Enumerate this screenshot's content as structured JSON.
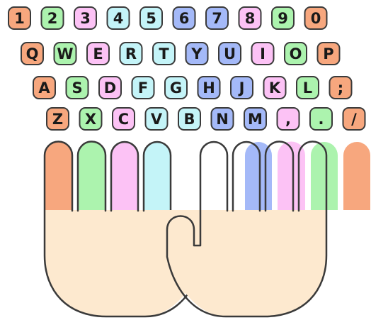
{
  "keyboard": {
    "rows": [
      {
        "keys": [
          {
            "label": "1",
            "finger": "pinky"
          },
          {
            "label": "2",
            "finger": "ring"
          },
          {
            "label": "3",
            "finger": "middle"
          },
          {
            "label": "4",
            "finger": "index_left"
          },
          {
            "label": "5",
            "finger": "index_left"
          },
          {
            "label": "6",
            "finger": "index_right"
          },
          {
            "label": "7",
            "finger": "index_right"
          },
          {
            "label": "8",
            "finger": "middle"
          },
          {
            "label": "9",
            "finger": "ring"
          },
          {
            "label": "0",
            "finger": "pinky"
          }
        ]
      },
      {
        "keys": [
          {
            "label": "Q",
            "finger": "pinky"
          },
          {
            "label": "W",
            "finger": "ring"
          },
          {
            "label": "E",
            "finger": "middle"
          },
          {
            "label": "R",
            "finger": "index_left"
          },
          {
            "label": "T",
            "finger": "index_left"
          },
          {
            "label": "Y",
            "finger": "index_right"
          },
          {
            "label": "U",
            "finger": "index_right"
          },
          {
            "label": "I",
            "finger": "middle"
          },
          {
            "label": "O",
            "finger": "ring"
          },
          {
            "label": "P",
            "finger": "pinky"
          }
        ]
      },
      {
        "keys": [
          {
            "label": "A",
            "finger": "pinky"
          },
          {
            "label": "S",
            "finger": "ring"
          },
          {
            "label": "D",
            "finger": "middle"
          },
          {
            "label": "F",
            "finger": "index_left"
          },
          {
            "label": "G",
            "finger": "index_left"
          },
          {
            "label": "H",
            "finger": "index_right"
          },
          {
            "label": "J",
            "finger": "index_right"
          },
          {
            "label": "K",
            "finger": "middle"
          },
          {
            "label": "L",
            "finger": "ring"
          },
          {
            "label": ";",
            "finger": "pinky"
          }
        ]
      },
      {
        "keys": [
          {
            "label": "Z",
            "finger": "pinky"
          },
          {
            "label": "X",
            "finger": "ring"
          },
          {
            "label": "C",
            "finger": "middle"
          },
          {
            "label": "V",
            "finger": "index_left"
          },
          {
            "label": "B",
            "finger": "index_left"
          },
          {
            "label": "N",
            "finger": "index_right"
          },
          {
            "label": "M",
            "finger": "index_right"
          },
          {
            "label": ",",
            "finger": "middle"
          },
          {
            "label": ".",
            "finger": "ring"
          },
          {
            "label": "/",
            "finger": "pinky"
          }
        ]
      }
    ]
  },
  "hands": {
    "left": {
      "fingers": [
        "pinky",
        "ring",
        "middle",
        "index_left"
      ]
    },
    "right": {
      "fingers": [
        "index_right",
        "middle",
        "ring",
        "pinky"
      ]
    }
  },
  "colors": {
    "pinky": "#f7a77e",
    "ring": "#acf3ae",
    "middle": "#fcc2f5",
    "index_left": "#c4f4f8",
    "index_right": "#a4b9f8",
    "palm": "#fde9cf",
    "outline": "#3a3a3a"
  }
}
